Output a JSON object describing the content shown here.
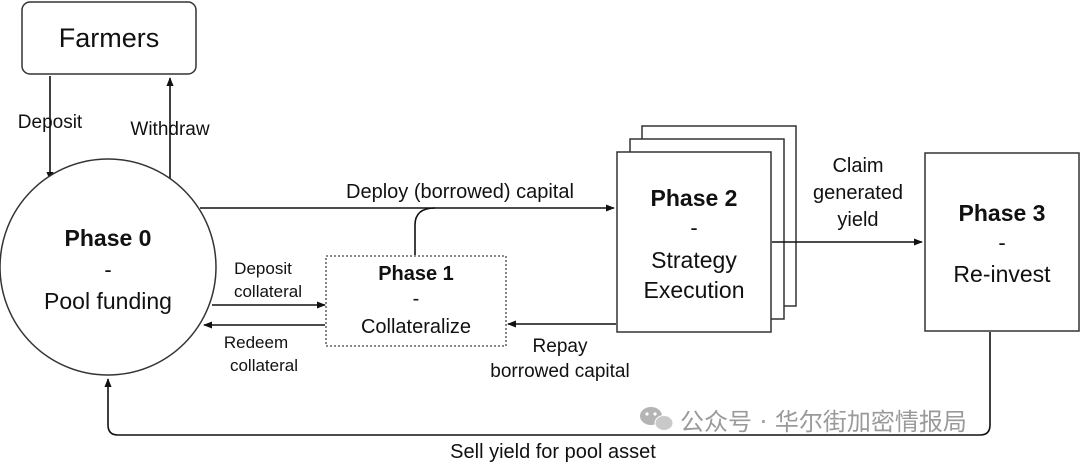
{
  "nodes": {
    "farmers": {
      "label": "Farmers"
    },
    "phase0": {
      "title": "Phase 0",
      "dash": "-",
      "subtitle": "Pool funding"
    },
    "phase1": {
      "title": "Phase 1",
      "dash": "-",
      "subtitle": "Collateralize"
    },
    "phase2": {
      "title": "Phase 2",
      "dash": "-",
      "subtitle_line1": "Strategy",
      "subtitle_line2": "Execution"
    },
    "phase3": {
      "title": "Phase 3",
      "dash": "-",
      "subtitle": "Re-invest"
    }
  },
  "edges": {
    "deposit": "Deposit",
    "withdraw": "Withdraw",
    "deploy_capital": "Deploy (borrowed) capital",
    "deposit_collateral_line1": "Deposit",
    "deposit_collateral_line2": "collateral",
    "redeem_collateral_line1": "Redeem",
    "redeem_collateral_line2": "collateral",
    "repay_line1": "Repay",
    "repay_line2": "borrowed capital",
    "claim_line1": "Claim",
    "claim_line2": "generated",
    "claim_line3": "yield",
    "sell_yield": "Sell yield for pool asset"
  },
  "watermark": {
    "text": "公众号 · 华尔街加密情报局",
    "icon": "wechat-icon"
  }
}
